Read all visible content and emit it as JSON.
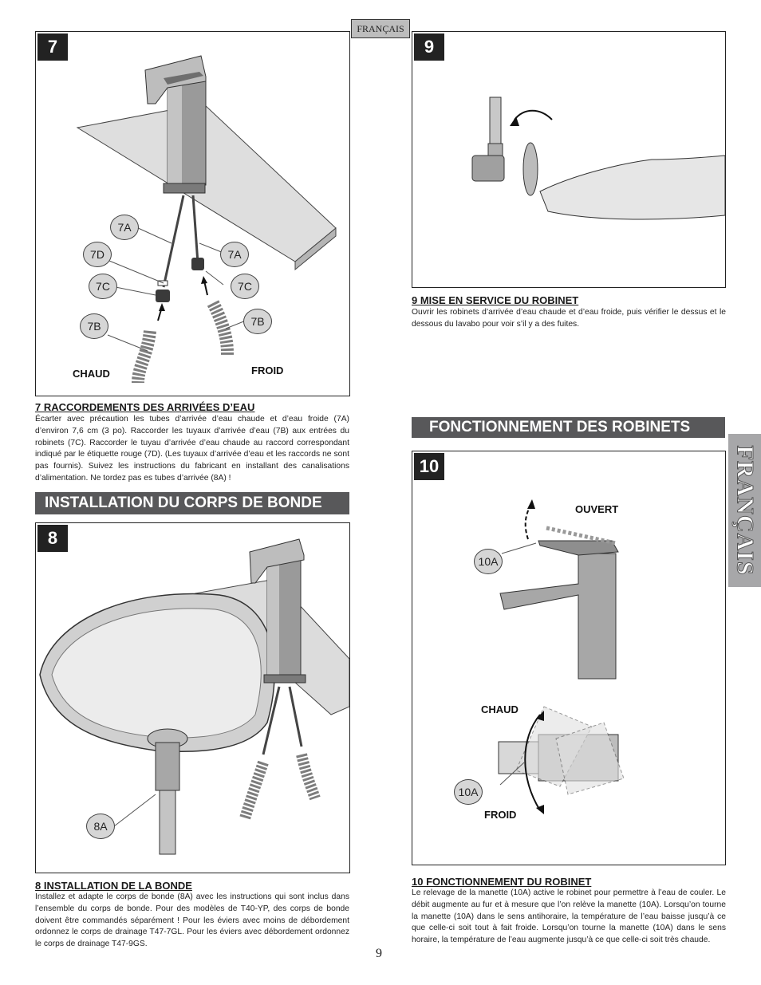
{
  "header": {
    "language_tab": "FRANÇAIS"
  },
  "side_tab": {
    "label": "FRANÇAIS"
  },
  "step7": {
    "number": "7",
    "callouts": [
      "7A",
      "7D",
      "7A",
      "7C",
      "7C",
      "7B",
      "7B"
    ],
    "label_hot": "CHAUD",
    "label_cold": "FROID",
    "title": "7  RACCORDEMENTS DES ARRIVÉES D’EAU",
    "paragraph": "Écarter avec précaution les tubes d’arrivée d’eau chaude et d’eau froide (7A) d’environ 7,6 cm (3 po). Raccorder les tuyaux d’arrivée d’eau (7B) aux entrées du robinets (7C). Raccorder le tuyau d’arrivée d’eau chaude au raccord correspondant indiqué par le étiquette rouge (7D). (Les tuyaux d’arrivée d’eau et les raccords ne sont pas fournis). Suivez les instructions du fabricant en installant des canalisations d’alimentation.  Ne tordez pas es tubes d’arrivée (8A) !"
  },
  "banner_drain": "INSTALLATION DU CORPS DE BONDE",
  "step8": {
    "number": "8",
    "callout": "8A",
    "title": "8  INSTALLATION DE LA BONDE ",
    "paragraph": "Installez et adapte le corps de bonde (8A) avec les instructions qui sont inclus dans l’ensemble du corps de bonde.  Pour des modèles de T40-YP, des corps de bonde doivent être commandés séparément !  Pour les éviers avec moins de débordement ordonnez le corps de drainage T47-7GL. Pour les éviers avec débordement ordonnez le corps de drainage T47-9GS."
  },
  "step9": {
    "number": "9",
    "title": "9  MISE EN SERVICE DU ROBINET",
    "paragraph": "Ouvrir les robinets d’arrivée d’eau chaude et d’eau froide, puis vérifier le dessus et le dessous du lavabo pour voir s’il y a des fuites."
  },
  "banner_operation": "FONCTIONNEMENT DES ROBINETS",
  "step10": {
    "number": "10",
    "callout_top": "10A",
    "callout_bottom": "10A",
    "label_open": "OUVERT",
    "label_hot": "CHAUD",
    "label_cold": "FROID",
    "title": "10  FONCTIONNEMENT DU ROBINET",
    "paragraph": "Le relevage de la manette (10A) active le robinet pour permettre à l’eau de couler. Le débit augmente au fur et à mesure que l’on relève la manette (10A). Lorsqu’on tourne la manette (10A) dans le sens antihoraire, la température de l’eau baisse jusqu’à ce que celle-ci soit tout à fait froide. Lorsqu’on tourne la manette (10A) dans le sens horaire, la température de l’eau augmente jusqu’à ce que celle-ci soit très chaude."
  },
  "page_number": "9"
}
